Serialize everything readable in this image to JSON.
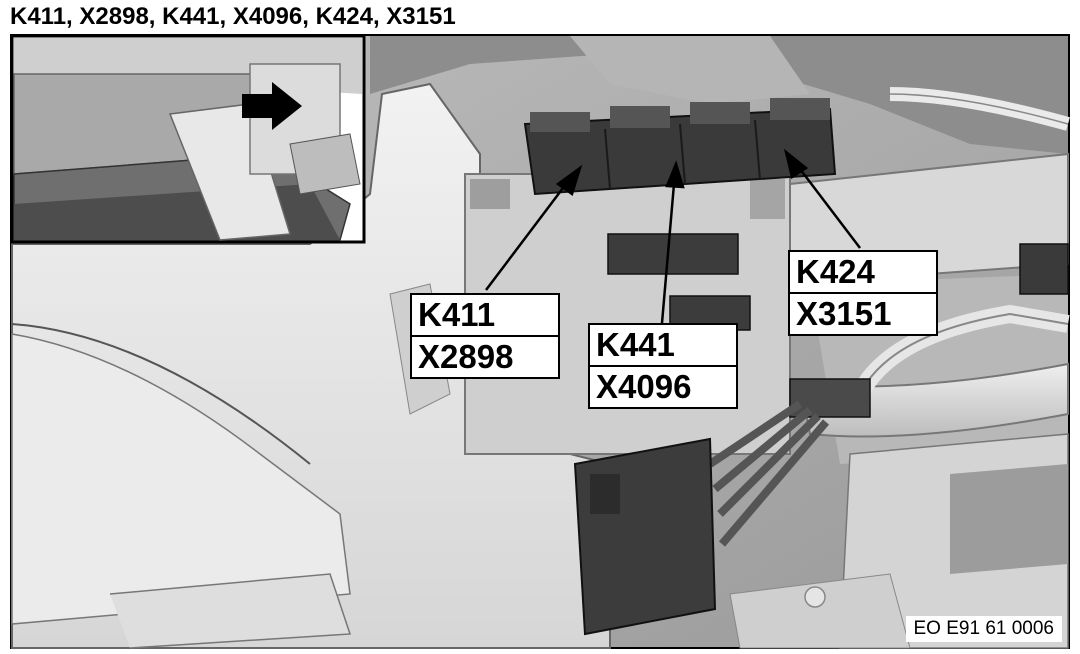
{
  "title": "K411, X2898, K441, X4096, K424, X3151",
  "callouts": [
    {
      "id": "k411",
      "line1": "K411",
      "line2": "X2898"
    },
    {
      "id": "k441",
      "line1": "K441",
      "line2": "X4096"
    },
    {
      "id": "k424",
      "line1": "K424",
      "line2": "X3151"
    }
  ],
  "figure_code": "EO E91 61 0006"
}
